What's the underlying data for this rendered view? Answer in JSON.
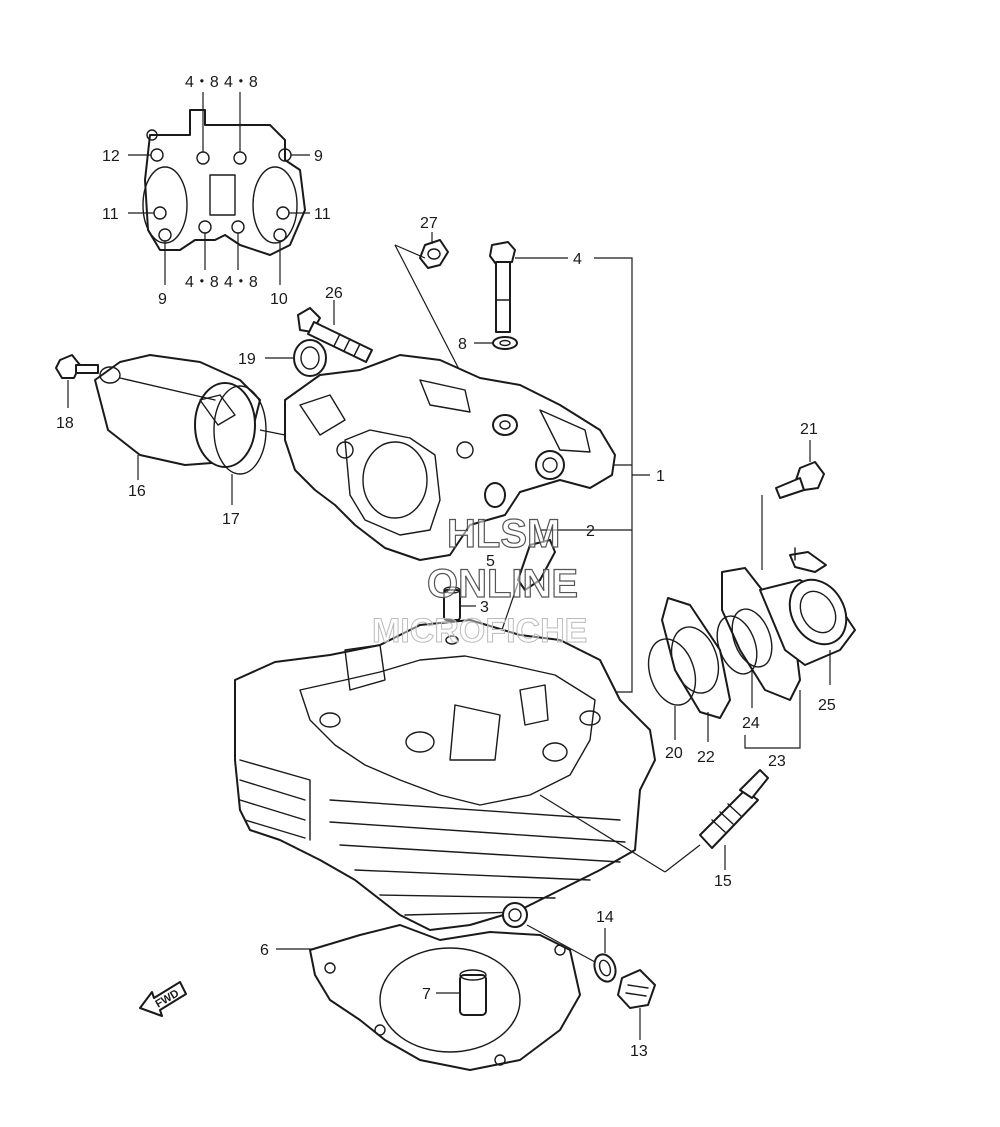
{
  "watermark": {
    "line1": "HLSM",
    "line2": "ONLINE",
    "line3": "MICROFICHE"
  },
  "fwd_label": "FWD",
  "callouts": {
    "c1": "1",
    "c2": "2",
    "c3": "3",
    "c4": "4",
    "c5": "5",
    "c6": "6",
    "c7": "7",
    "c8": "8",
    "c13": "13",
    "c14": "14",
    "c15": "15",
    "c16": "16",
    "c17": "17",
    "c18": "18",
    "c19": "19",
    "c20": "20",
    "c21": "21",
    "c22": "22",
    "c23": "23",
    "c24": "24",
    "c25": "25",
    "c26": "26",
    "c27": "27"
  },
  "inset_callouts": {
    "tl48": "4・8",
    "tr48": "4・8",
    "bl48": "4・8",
    "br48": "4・8",
    "c12": "12",
    "c9_right": "9",
    "c11_left": "11",
    "c11_right": "11",
    "c9_bottom": "9",
    "c10": "10"
  },
  "colors": {
    "line": "#1a1a1a",
    "background": "#ffffff"
  }
}
